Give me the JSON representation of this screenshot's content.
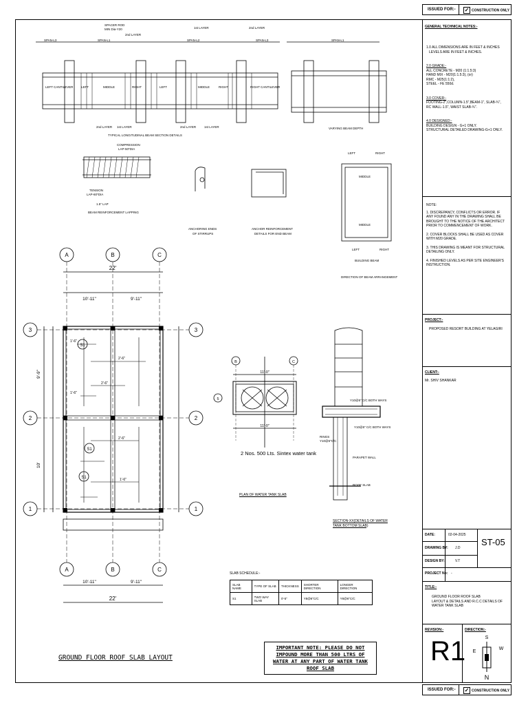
{
  "title_block": {
    "issued_for_label": "ISSUED FOR:-",
    "construction_only": "CONSTRUCTION ONLY",
    "general_notes_heading": "GENERAL TECHNICAL NOTES:-",
    "notes": [
      "1.0 ALL DIMENSIONS ARE IN FEET & INCHES",
      "LEVELS ARE IN FEET & INCHES.",
      "2.0 GRADE:-",
      "ALL CONCRETE - M20 (1:1.5:3)",
      "HAND MIX - M20(1:1.5:3), (or)",
      "RMC - M25(1:1:2),",
      "STEEL - FE 550d.",
      "3.0 COVER:-",
      "FOOTING-2\",COLUMN-1.5\",BEAM-1\", SLAB-¾\",",
      "RC WALL-1.5\", WAIST SLAB-¾\".",
      "4.0 DESIGNED:-",
      "BUILDING DESIGN - G+1 ONLY.",
      "STRUCTURAL DETAILED DRAWING-G+1 ONLY."
    ],
    "note_heading": "NOTE:",
    "note_items": [
      "1. DISCREPANCY, CONFLICTS OR ERROR. IF ANY FOUND ANY IN THE DRAWING SHALL BE BROUGHT TO THE NOTICE OF THE ARCHITECT PRIOR TO COMMENCEMENT OF WORK.",
      "2. COVER BLOCKS SHALL BE USED AS COVER WITH M20 GRADE.",
      "3. THIS DRAWING IS MEANT FOR STRUCTURAL DETAILING ONLY.",
      "4. FINISHED LEVELS AS PER SITE ENGINEER'S INSTRUCTION."
    ],
    "project_label": "PROJECT:-",
    "project_value": "PROPOSED RESORT BUILDING AT YELAGIRI",
    "client_label": "CLIENT:-",
    "client_value": "Mr. SHIV SHANKAR",
    "date_label": "DATE:",
    "date_value": "02-04-2025",
    "drawn_label": "DRAWING BY:",
    "drawn_value": "J.D",
    "design_label": "DESIGN BY:",
    "design_value": "V.T",
    "sheet_no": "ST-05",
    "project_no_label": "PROJECT No:",
    "project_no_value": "-",
    "title_label": "TITLE:-",
    "title_lines": [
      "GROUND FLOOR ROOF SLAB",
      "LAYOUT & DETAILS AND R.C.C DETAILS OF",
      "WATER TANK SLAB"
    ],
    "revision_label": "REVISION:-",
    "revision_value": "R1",
    "direction_label": "DIRECTION:-",
    "compass": {
      "s": "S",
      "w": "W",
      "e": "E",
      "n": "N"
    }
  },
  "beam_details": {
    "section_title": "TYPICAL LONGITUDINAL BEAM SECTION DETAILS",
    "varying_title": "VARYING BEAM DEPTH",
    "spacer_rod": "SPACER ROD",
    "spacer_rod_2": "MIN Dia-Y20",
    "layer_2nd": "2nd LAYER",
    "layer_1st": "1st LAYER",
    "spans": [
      "SPAN-L3",
      "SPAN-L1",
      "SPAN-L2",
      "SPAN-L3",
      "SPAN-L1"
    ],
    "labels": [
      "LEFT CANTILEVER",
      "LEFT",
      "MIDDLE",
      "RIGHT",
      "LEFT",
      "MIDDLE",
      "RIGHT",
      "RIGHT CANTILEVER"
    ],
    "lapping_title": "BEAM REINFORCEMENT LAPPING",
    "compression": "COMPRESSION",
    "compression_lap": "LAP-50*DIA",
    "tension": "TENSION",
    "tension_lap": "LAP-60*DIA",
    "lap": "1.5\" LAP",
    "stirrups_title_1": "ANCHORING ENDS",
    "stirrups_title_2": "OF STIRRUPS",
    "anchor_title_1": "ANCHOR REINFORCEMENT",
    "anchor_title_2": "DETAILS FOR END BEAM",
    "arrangement_title": "DIRECTION OF BEAM ARRANGEMENT",
    "building_beam": "BUILDING BEAM",
    "left": "LEFT",
    "right": "RIGHT",
    "middle": "MIDDLE"
  },
  "slab_layout": {
    "title": "GROUND FLOOR ROOF SLAB LAYOUT",
    "grid_cols": [
      "A",
      "B",
      "C"
    ],
    "grid_rows": [
      "3",
      "2",
      "1"
    ],
    "overall_width": "22'",
    "bay_widths": [
      "10'-11\"",
      "9'-11\""
    ],
    "row_dims": [
      "9'-9\"",
      "10'"
    ],
    "slab_marks": [
      "S1",
      "S1",
      "S1"
    ],
    "bar_marks": [
      "1'-6\"",
      "2'-6\"",
      "2'-6\"",
      "1'-6\"",
      "2'-6\"",
      "1'-6\""
    ]
  },
  "water_tank": {
    "plan_title": "PLAN OF WATER TANK SLAB",
    "tank_note": "2 Nos. 500 Lts. Sintex water tank",
    "section_title_1": "SECTION-XX(DETAILS OF WATER",
    "section_title_2": "TANK BOTTOM SLAB)",
    "dim_top": "11'-0\"",
    "dim_bottom": "11'-0\"",
    "grid_left": "B",
    "grid_right": "C",
    "grid_row": "5",
    "bar_top": "Y10@5\" C/C BOTH WAYS",
    "bar_bottom": "Y10@5\" C/C BOTH WAYS",
    "rings": "RINGS",
    "rings_2": "Y10@5\"C/C",
    "parapet": "PARAPET WALL",
    "roof_slab": "ROOF SLAB"
  },
  "schedule": {
    "title": "SLAB SCHEDULE:-",
    "headers": [
      "SLAB NAME",
      "TYPE OF SLAB",
      "THICKNESS",
      "SHORTER DIRECTION",
      "LONGER DIRECTION"
    ],
    "rows": [
      [
        "S1",
        "TWO WAY SLAB",
        "0'-5\"",
        "Y8@6\"C/C",
        "Y8@6\"C/C"
      ]
    ]
  },
  "important_note": "IMPORTANT NOTE: PLEASE DO NOT IMPOUND MORE THAN 500 LTRS OF WATER AT ANY PART OF WATER TANK ROOF SLAB"
}
